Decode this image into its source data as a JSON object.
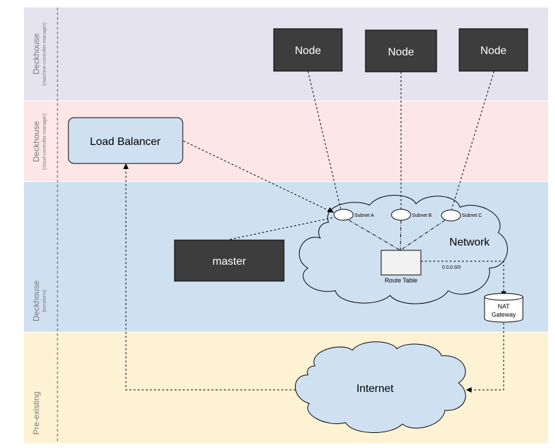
{
  "bands": [
    {
      "title": "Deckhouse",
      "subtitle": "(machine-controller-manager)",
      "color": "#e6e3f0"
    },
    {
      "title": "Deckhouse",
      "subtitle": "(cloud-controller-manager)",
      "color": "#fce6e6"
    },
    {
      "title": "Deckhouse",
      "subtitle": "(terraform)",
      "color": "#cfe0f1"
    },
    {
      "title": "Pre-existing",
      "subtitle": "",
      "color": "#fdf2d4"
    }
  ],
  "nodes": [
    {
      "label": "Node"
    },
    {
      "label": "Node"
    },
    {
      "label": "Node"
    }
  ],
  "load_balancer": {
    "label": "Load Balancer",
    "color": "#cfe0f1"
  },
  "master": {
    "label": "master",
    "color": "#3d3d3d"
  },
  "network": {
    "label": "Network",
    "subnets": [
      {
        "label": "Subnet A"
      },
      {
        "label": "Subnet B"
      },
      {
        "label": "Subnet C"
      }
    ],
    "route_table": {
      "label": "Route Table"
    },
    "route_label": "0.0.0.0/0"
  },
  "nat_gateway": {
    "label_line1": "NAT",
    "label_line2": "Gateway"
  },
  "internet": {
    "label": "Internet"
  },
  "colors": {
    "node_fill": "#3d3d3d",
    "cloud_fill": "#cfe0f1",
    "stroke": "#000000"
  }
}
